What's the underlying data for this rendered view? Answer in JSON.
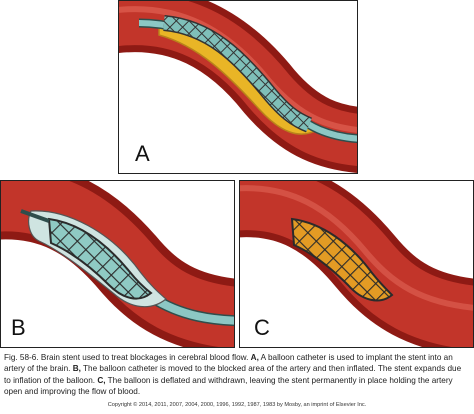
{
  "panels": {
    "a": {
      "label": "A"
    },
    "b": {
      "label": "B"
    },
    "c": {
      "label": "C"
    }
  },
  "caption": {
    "prefix": "Fig. 58-6. Brain stent used to treat blockages in cerebral blood flow. ",
    "a_marker": "A,",
    "a_text": " A balloon catheter is used to implant the stent into an artery of the brain. ",
    "b_marker": "B,",
    "b_text": " The balloon catheter is moved to the blocked area of the artery and then inflated. The stent expands due to inflation of the balloon. ",
    "c_marker": "C,",
    "c_text": " The balloon is deflated and withdrawn, leaving the stent permanently in place holding the artery open and improving the flow of blood."
  },
  "copyright": "Copyright © 2014, 2011, 2007, 2004, 2000, 1996, 1992, 1987, 1983 by Mosby, an imprint of Elsevier Inc.",
  "colors": {
    "artery_wall": "#8e1a14",
    "artery_lumen": "#c2352a",
    "artery_highlight": "#e4685a",
    "plaque": "#e9b526",
    "catheter": "#8cc7c4",
    "balloon": "#cfe4e1",
    "stent": "#333333"
  }
}
